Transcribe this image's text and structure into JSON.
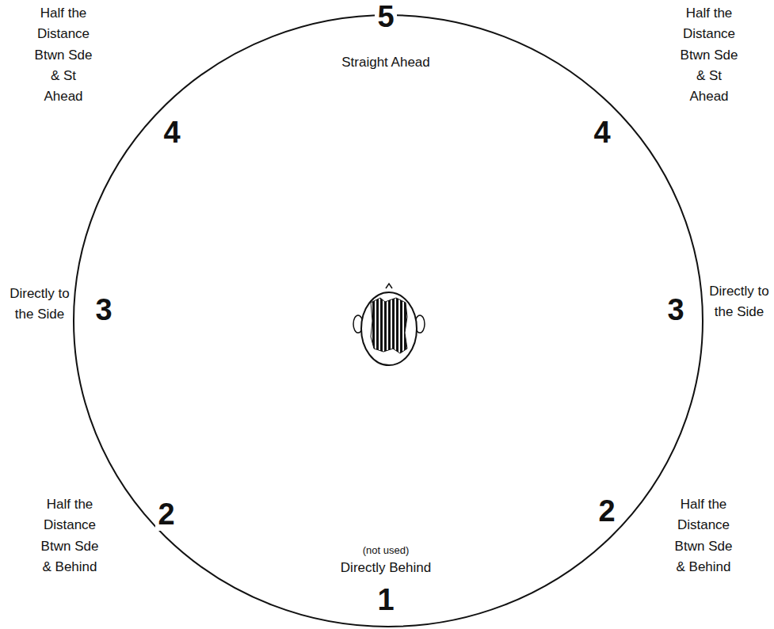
{
  "diagram": {
    "labels": [
      "5",
      "Straight Ahead",
      "Half the Distance Btwn Sde & St Ahead",
      "4",
      "4",
      "Half the Distance Btwn Sde & St Ahead",
      "Directly to the Side",
      "3",
      "3",
      "Directly to the Side",
      "Half the Distance Btwn Sde & Behind",
      "2",
      "2",
      "Half the Distance Btwn Sde & Behind",
      "(not used)",
      "Directly Behind",
      "1"
    ]
  }
}
